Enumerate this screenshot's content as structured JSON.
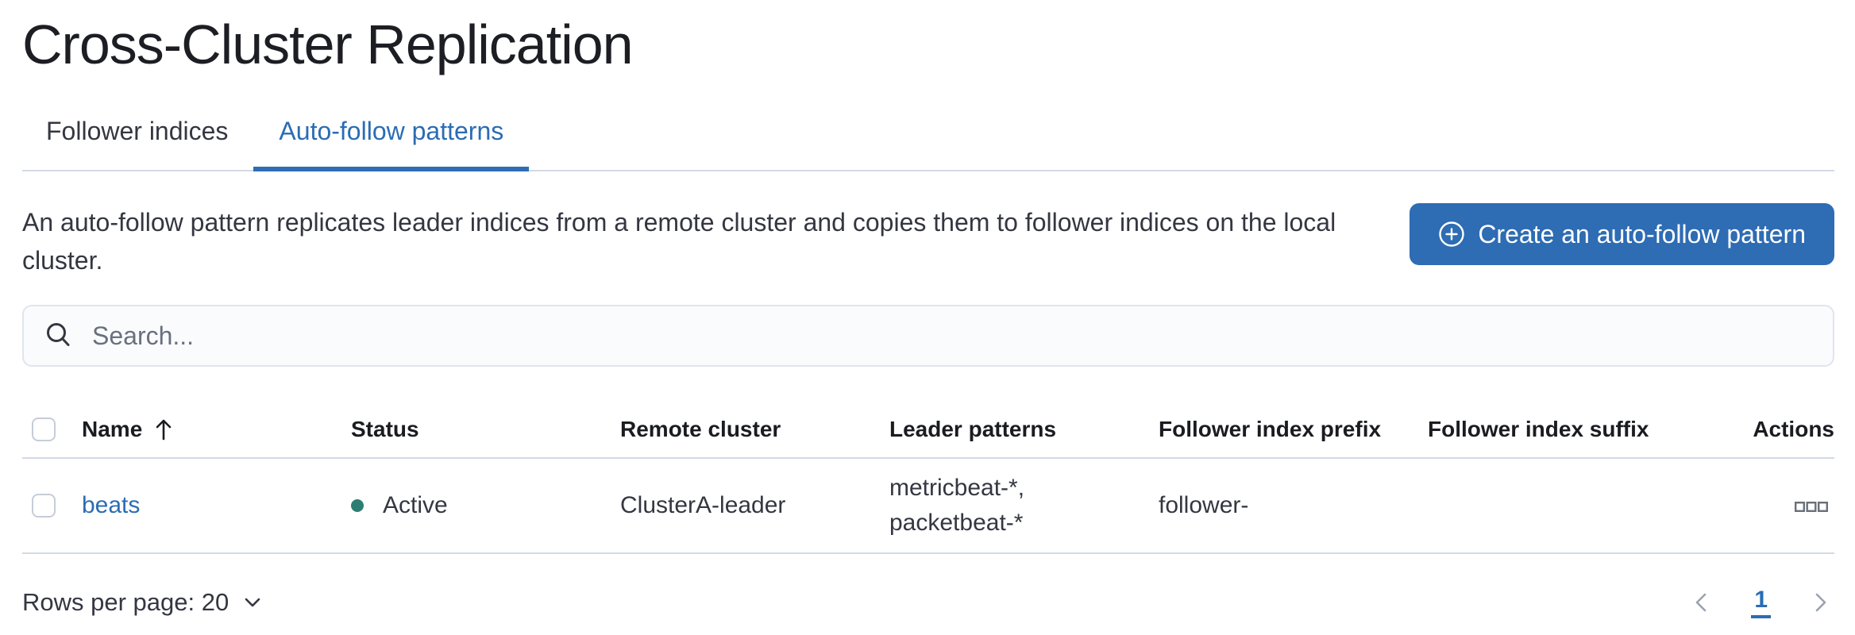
{
  "header": {
    "title": "Cross-Cluster Replication"
  },
  "tabs": [
    {
      "label": "Follower indices",
      "active": false
    },
    {
      "label": "Auto-follow patterns",
      "active": true
    }
  ],
  "intro": {
    "description": "An auto-follow pattern replicates leader indices from a remote cluster and copies them to follower indices on the local cluster.",
    "create_button_label": "Create an auto-follow pattern"
  },
  "search": {
    "placeholder": "Search...",
    "value": ""
  },
  "table": {
    "columns": {
      "name": "Name",
      "status": "Status",
      "remote_cluster": "Remote cluster",
      "leader_patterns": "Leader patterns",
      "follower_index_prefix": "Follower index prefix",
      "follower_index_suffix": "Follower index suffix",
      "actions": "Actions"
    },
    "sort": {
      "column": "Name",
      "direction": "ascending"
    },
    "rows": [
      {
        "name": "beats",
        "status": "Active",
        "remote_cluster": "ClusterA-leader",
        "leader_patterns": "metricbeat-*, packetbeat-*",
        "follower_index_prefix": "follower-",
        "follower_index_suffix": ""
      }
    ]
  },
  "footer": {
    "rows_per_page_label": "Rows per page: 20",
    "pagination": {
      "current_page": "1"
    }
  },
  "colors": {
    "primary_button_blue": "#2e6cb3",
    "link_blue": "#2b6cb4",
    "active_tab_underline": "#2e6db4",
    "status_active_teal": "#2e7d72",
    "divider_gray": "#d3dae6",
    "muted_text_gray": "#69707d",
    "title_black": "#1d1e24"
  },
  "icons": {
    "create_button": "plus-in-circle-icon",
    "search": "search-icon",
    "sort": "arrow-up-icon",
    "row_actions": "boxes-horizontal-icon",
    "rows_per_page": "chevron-down-icon",
    "prev_page": "chevron-left-icon",
    "next_page": "chevron-right-icon"
  }
}
